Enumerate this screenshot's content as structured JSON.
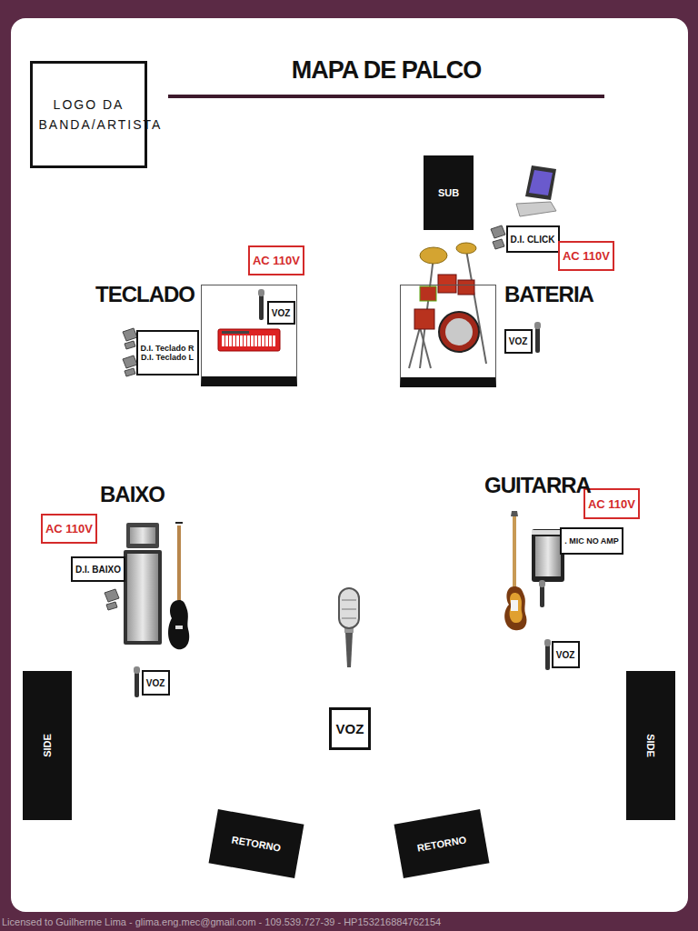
{
  "diagram": {
    "title": "MAPA DE PALCO",
    "nodes": [
      {
        "text": [
          "LOGO DA BANDA/ARTISTA"
        ]
      },
      {
        "text": [
          "SUB"
        ]
      },
      {
        "text": [
          "D.I. CLICK"
        ]
      },
      {
        "text": [
          "AC 110V"
        ]
      },
      {
        "text": [
          "AC 110V"
        ]
      },
      {
        "text": [
          "TECLADO"
        ]
      },
      {
        "text": [
          "VOZ"
        ],
        "in": 5
      },
      {
        "text": [
          "D.I. Teclado R",
          "D.I. Teclado L"
        ]
      },
      {
        "text": [
          "BATERIA"
        ]
      },
      {
        "text": [
          "VOZ"
        ]
      },
      {
        "text": [
          "AC 110V"
        ]
      },
      {
        "text": [
          "D.I. BAIXO"
        ]
      },
      {
        "text": [
          "VOZ"
        ]
      },
      {
        "text": [
          "AC 110V"
        ]
      },
      {
        "text": [
          ". MIC NO AMP"
        ]
      },
      {
        "text": [
          "VOZ"
        ]
      },
      {
        "text": [
          "VOZ"
        ]
      },
      {
        "text": [
          "SIDE"
        ]
      },
      {
        "text": [
          "SIDE"
        ]
      },
      {
        "text": [
          "RETORNO"
        ]
      },
      {
        "text": [
          "RETORNO"
        ]
      }
    ],
    "edges": [],
    "labels": [
      "BAIXO",
      "GUITARRA",
      "Licensed to Guilherme Lima - glima.eng.mec@gmail.com - 109.539.727-39 - HP153216884762154"
    ]
  }
}
